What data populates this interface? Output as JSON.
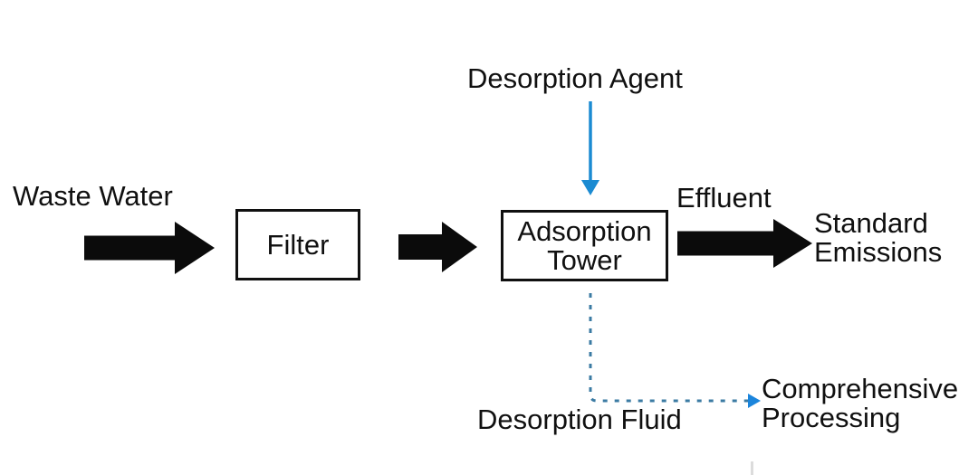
{
  "diagram": {
    "type": "process-flow",
    "labels": {
      "waste_water": "Waste Water",
      "desorption_agent": "Desorption Agent",
      "effluent": "Effluent",
      "standard_emissions": "Standard Emissions",
      "desorption_fluid": "Desorption Fluid",
      "comprehensive_processing": "Comprehensive Processing"
    },
    "nodes": {
      "filter": "Filter",
      "adsorption_tower": "Adsorption Tower"
    },
    "flows": [
      {
        "from": "Waste Water",
        "to": "Filter",
        "style": "solid-black-arrow"
      },
      {
        "from": "Filter",
        "to": "Adsorption Tower",
        "style": "solid-black-arrow"
      },
      {
        "from": "Desorption Agent",
        "to": "Adsorption Tower",
        "style": "solid-blue-arrow"
      },
      {
        "from": "Adsorption Tower",
        "to": "Standard Emissions",
        "label": "Effluent",
        "style": "solid-black-arrow"
      },
      {
        "from": "Adsorption Tower",
        "to": "Comprehensive Processing",
        "label": "Desorption Fluid",
        "style": "dashed-blue-arrow"
      }
    ],
    "colors": {
      "background": "#ffffff",
      "text": "#101010",
      "solid_arrow": "#0b0b0b",
      "box_border": "#101010",
      "blue_arrow": "#1b8bd2",
      "dashed_flow_line": "#3b7ba3",
      "dashed_flow_arrowhead": "#1b85dc"
    }
  }
}
